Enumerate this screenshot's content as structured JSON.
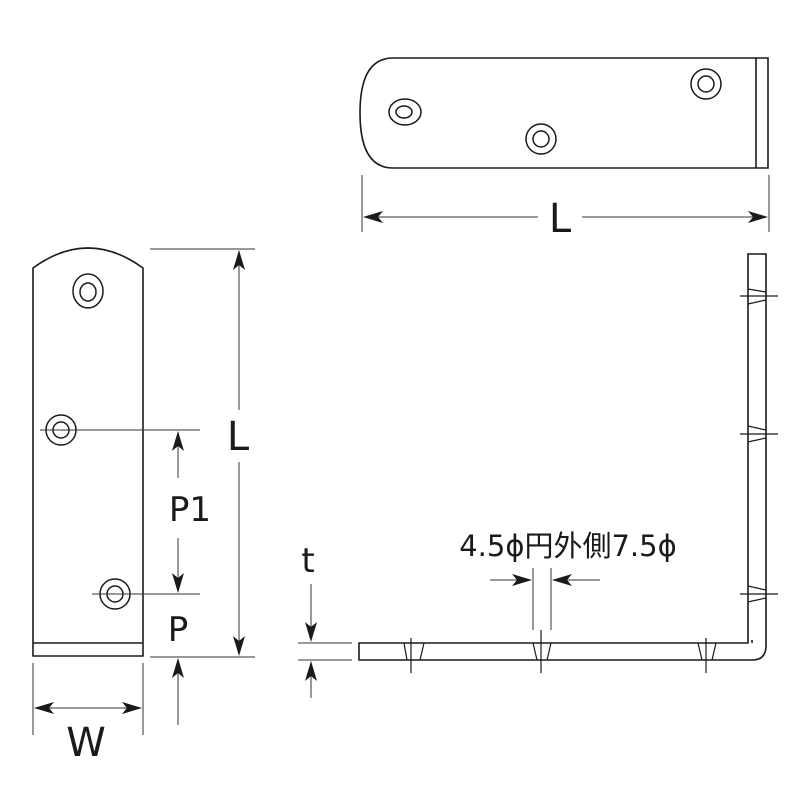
{
  "labels": {
    "top_length": "L",
    "side_length": "L",
    "pitch1": "P1",
    "pitch": "P",
    "thickness": "t",
    "width": "W",
    "hole_note": "4.5ϕ円外側7.5ϕ"
  },
  "colors": {
    "line": "#1a1a1a",
    "dim_line": "#333333",
    "background": "#ffffff"
  }
}
